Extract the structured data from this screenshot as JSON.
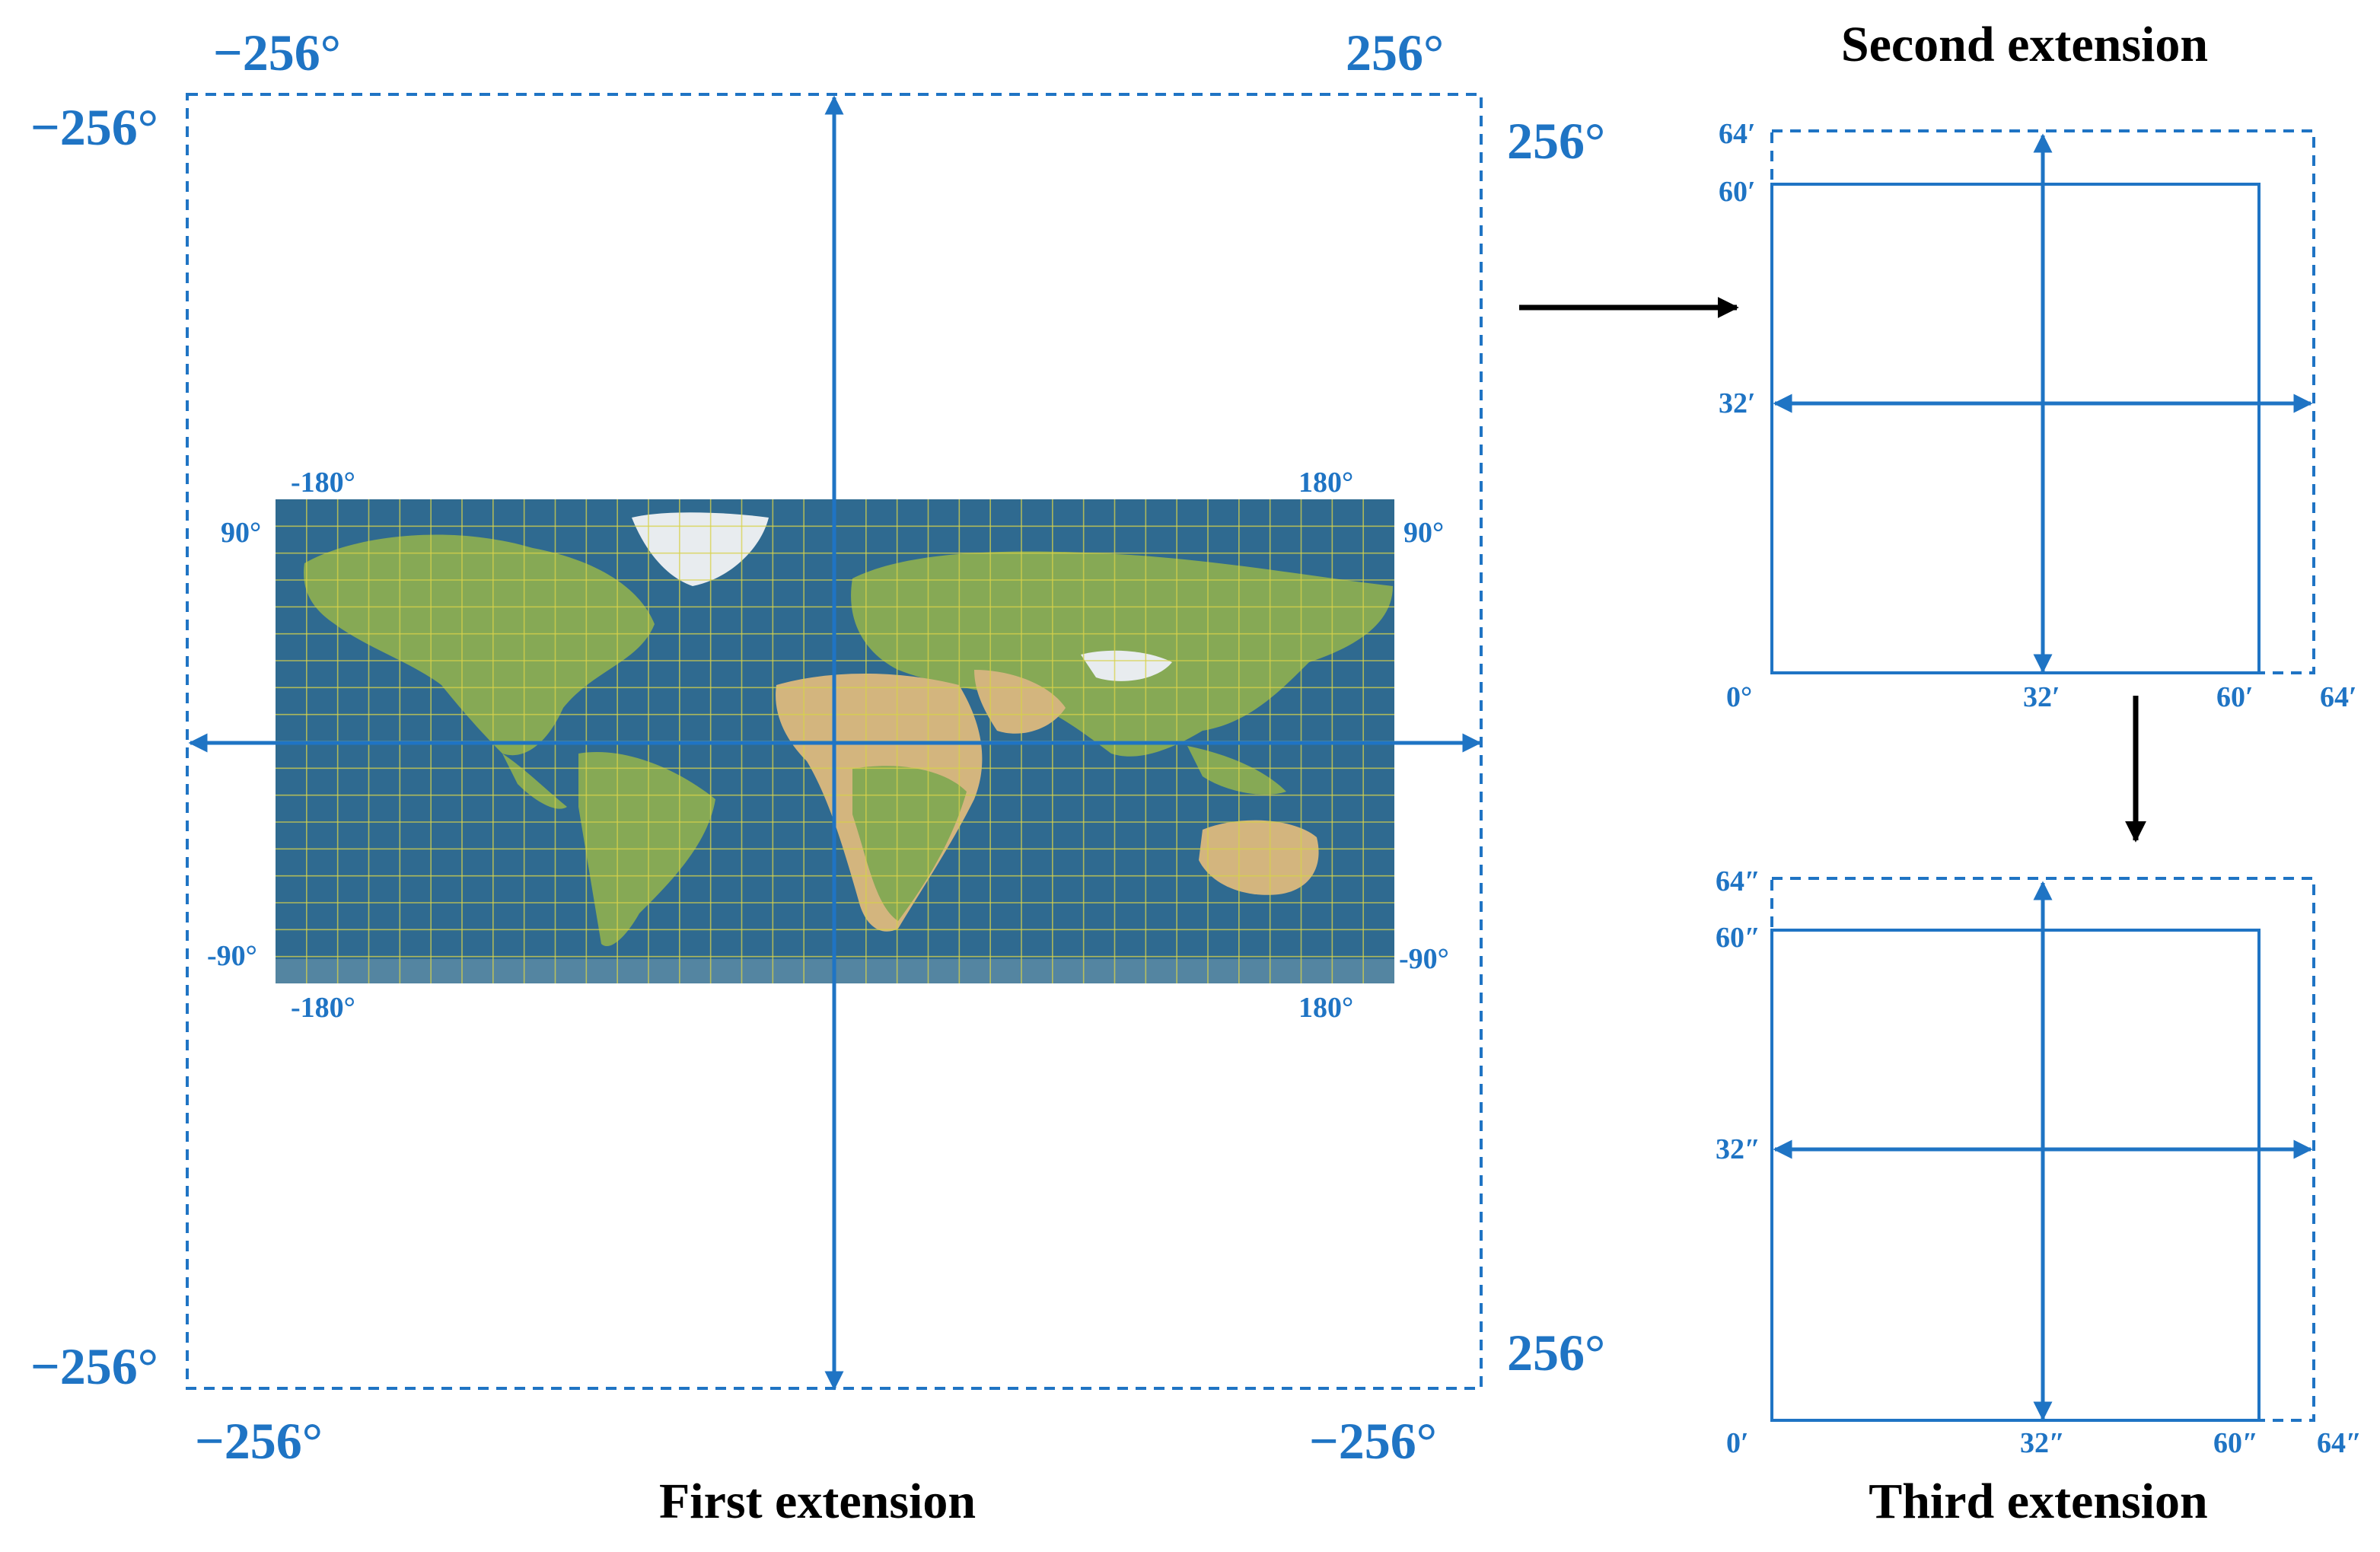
{
  "first_extension": {
    "title": "First extension",
    "outer_labels": {
      "top_left": "−256°",
      "top_right": "256°",
      "left_top": "−256°",
      "right_top": "256°",
      "left_bottom": "−256°",
      "right_bottom": "256°",
      "bottom_left": "−256°",
      "bottom_right": "−256°"
    },
    "map_labels": {
      "top_left": "-180°",
      "top_right": "180°",
      "left_top": "90°",
      "right_top": "90°",
      "left_bottom": "-90°",
      "right_bottom": "-90°",
      "bottom_left": "-180°",
      "bottom_right": "180°"
    },
    "map_colors": {
      "ocean": "#2f6a90",
      "land": "#86a955",
      "desert": "#d3b57e",
      "ice": "#e8ecef",
      "grid": "#d8d24a"
    }
  },
  "second_extension": {
    "title": "Second extension",
    "labels": {
      "y_top": "64′",
      "y_inner_top": "60′",
      "y_mid": "32′",
      "origin": "0°",
      "x_mid": "32′",
      "x_inner_right": "60′",
      "x_right": "64′"
    }
  },
  "third_extension": {
    "title": "Third extension",
    "labels": {
      "y_top": "64″",
      "y_inner_top": "60″",
      "y_mid": "32″",
      "origin": "0′",
      "x_mid": "32″",
      "x_inner_right": "60″",
      "x_right": "64″"
    }
  },
  "colors": {
    "accent": "#1f74c4",
    "arrow": "#000000"
  }
}
